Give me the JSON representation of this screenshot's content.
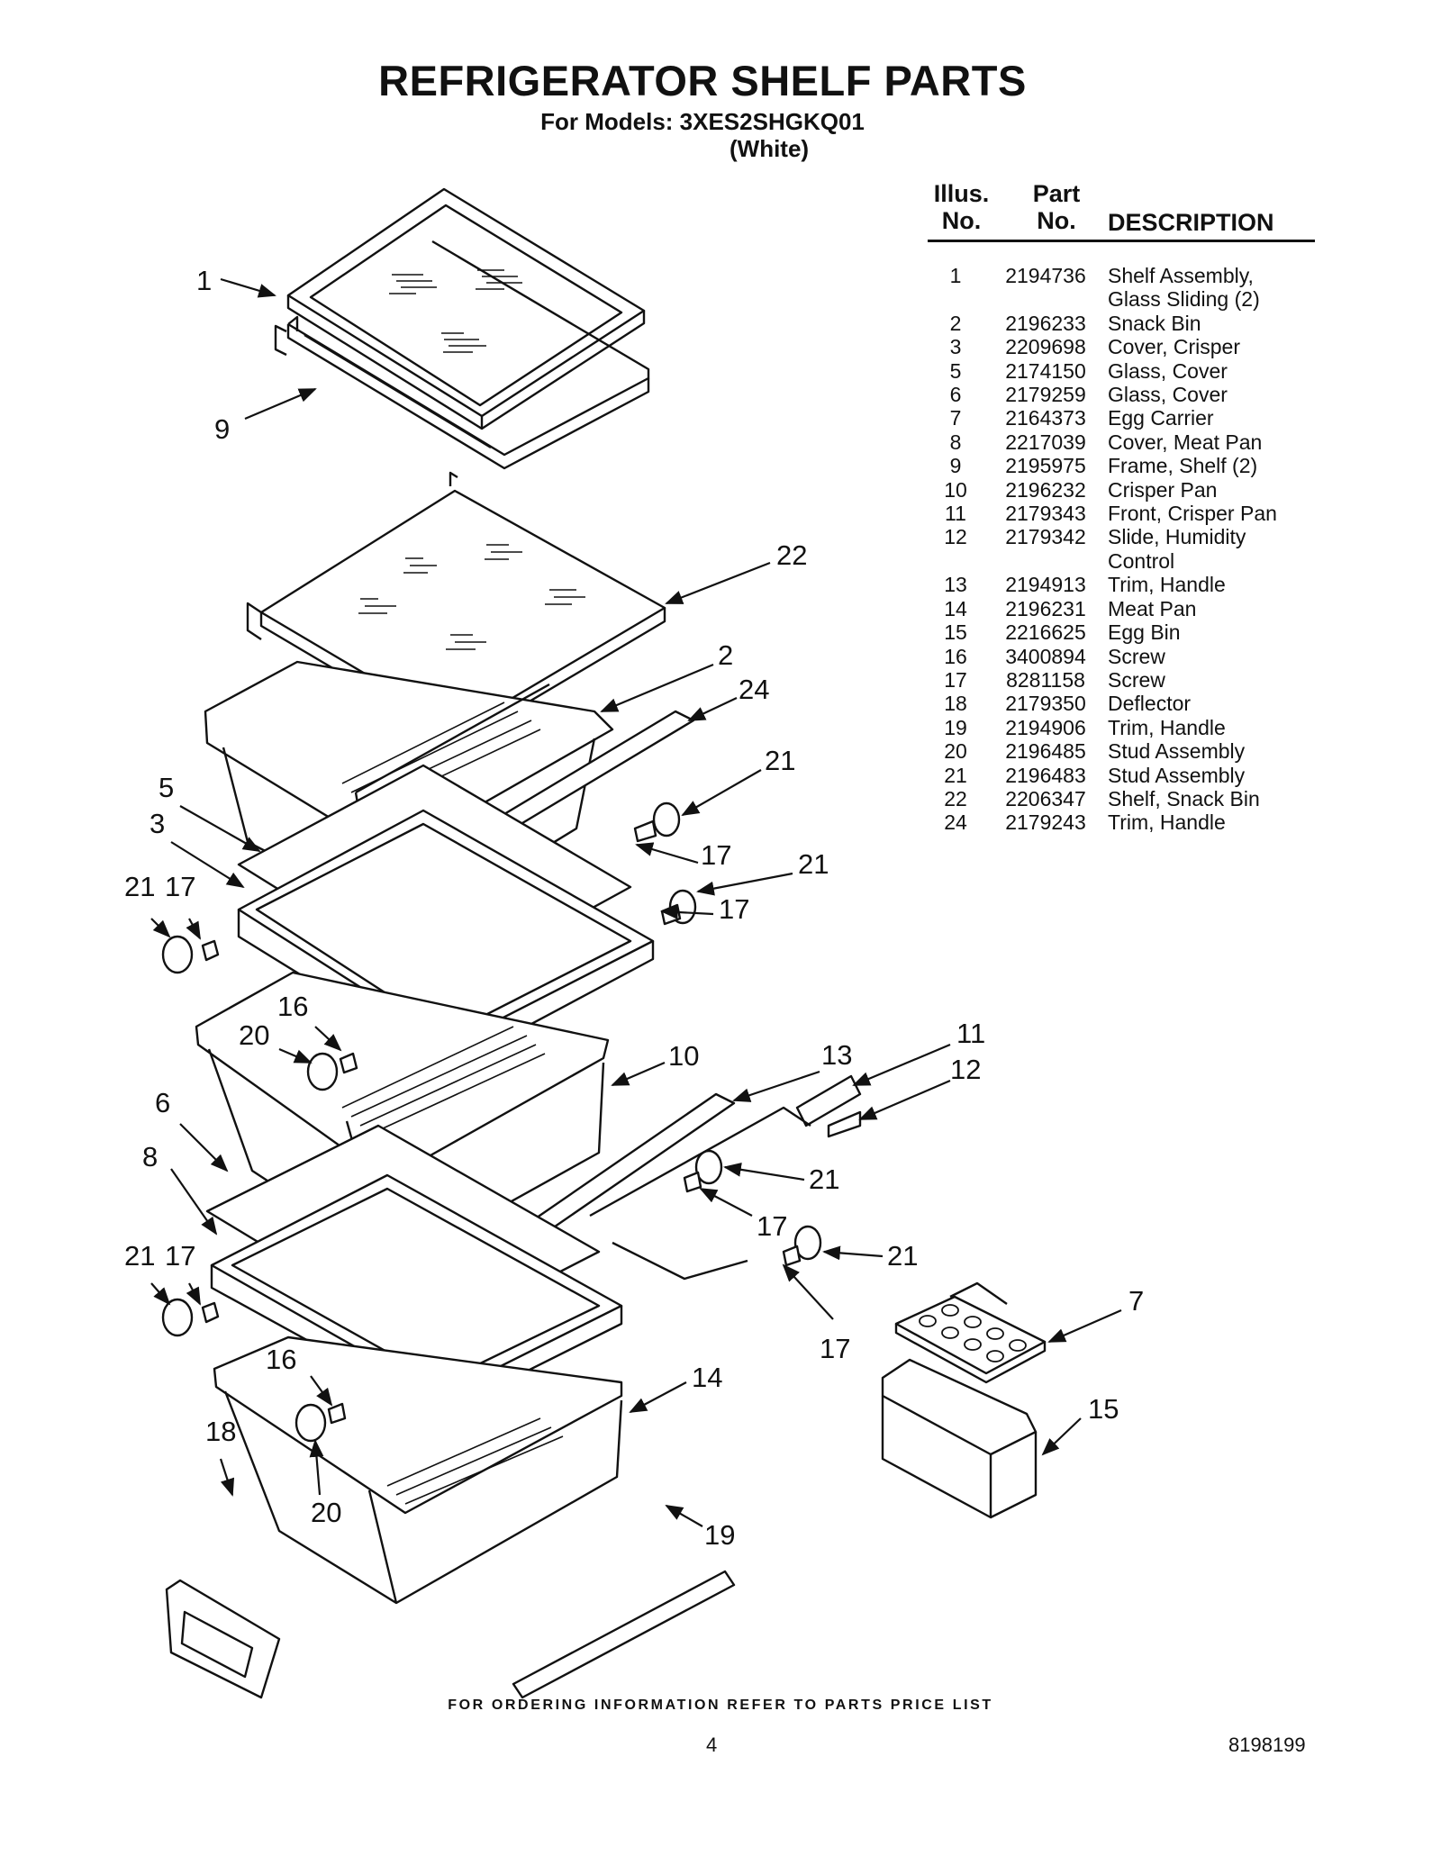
{
  "page": {
    "title": "REFRIGERATOR SHELF PARTS",
    "models_line": "For Models: 3XES2SHGKQ01",
    "color_line": "(White)",
    "footer_note": "FOR ORDERING INFORMATION REFER TO PARTS PRICE LIST",
    "page_number": "4",
    "doc_number": "8198199"
  },
  "parts_table": {
    "headers": {
      "illus_line1": "Illus.",
      "illus_line2": "No.",
      "part_line1": "Part",
      "part_line2": "No.",
      "description": "DESCRIPTION"
    },
    "rows": [
      {
        "illus": "1",
        "part": "2194736",
        "desc": [
          "Shelf Assembly,",
          "Glass Sliding (2)"
        ]
      },
      {
        "illus": "2",
        "part": "2196233",
        "desc": [
          "Snack Bin"
        ]
      },
      {
        "illus": "3",
        "part": "2209698",
        "desc": [
          "Cover, Crisper"
        ]
      },
      {
        "illus": "5",
        "part": "2174150",
        "desc": [
          "Glass, Cover"
        ]
      },
      {
        "illus": "6",
        "part": "2179259",
        "desc": [
          "Glass, Cover"
        ]
      },
      {
        "illus": "7",
        "part": "2164373",
        "desc": [
          "Egg Carrier"
        ]
      },
      {
        "illus": "8",
        "part": "2217039",
        "desc": [
          "Cover, Meat Pan"
        ]
      },
      {
        "illus": "9",
        "part": "2195975",
        "desc": [
          "Frame, Shelf (2)"
        ]
      },
      {
        "illus": "10",
        "part": "2196232",
        "desc": [
          "Crisper Pan"
        ]
      },
      {
        "illus": "11",
        "part": "2179343",
        "desc": [
          "Front, Crisper Pan"
        ]
      },
      {
        "illus": "12",
        "part": "2179342",
        "desc": [
          "Slide, Humidity",
          "Control"
        ]
      },
      {
        "illus": "13",
        "part": "2194913",
        "desc": [
          "Trim, Handle"
        ]
      },
      {
        "illus": "14",
        "part": "2196231",
        "desc": [
          "Meat Pan"
        ]
      },
      {
        "illus": "15",
        "part": "2216625",
        "desc": [
          "Egg Bin"
        ]
      },
      {
        "illus": "16",
        "part": "3400894",
        "desc": [
          "Screw"
        ]
      },
      {
        "illus": "17",
        "part": "8281158",
        "desc": [
          "Screw"
        ]
      },
      {
        "illus": "18",
        "part": "2179350",
        "desc": [
          "Deflector"
        ]
      },
      {
        "illus": "19",
        "part": "2194906",
        "desc": [
          "Trim, Handle"
        ]
      },
      {
        "illus": "20",
        "part": "2196485",
        "desc": [
          "Stud Assembly"
        ]
      },
      {
        "illus": "21",
        "part": "2196483",
        "desc": [
          "Stud Assembly"
        ]
      },
      {
        "illus": "22",
        "part": "2206347",
        "desc": [
          "Shelf, Snack Bin"
        ]
      },
      {
        "illus": "24",
        "part": "2179243",
        "desc": [
          "Trim, Handle"
        ]
      }
    ]
  },
  "diagram_callouts": [
    "1",
    "9",
    "22",
    "2",
    "24",
    "21",
    "5",
    "3",
    "17",
    "21",
    "17",
    "21",
    "17",
    "16",
    "20",
    "10",
    "13",
    "11",
    "12",
    "6",
    "8",
    "21",
    "17",
    "21",
    "17",
    "21",
    "17",
    "7",
    "16",
    "15",
    "14",
    "18",
    "20",
    "19"
  ]
}
